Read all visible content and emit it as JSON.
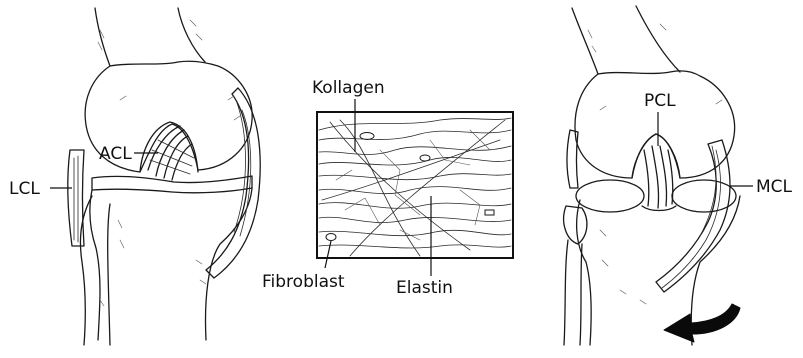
{
  "labels": {
    "lcl": "LCL",
    "acl": "ACL",
    "kollagen": "Kollagen",
    "fibroblast": "Fibroblast",
    "elastin": "Elastin",
    "pcl": "PCL",
    "mcl": "MCL"
  },
  "colors": {
    "ink": "#1a1a1a",
    "background": "#ffffff"
  }
}
